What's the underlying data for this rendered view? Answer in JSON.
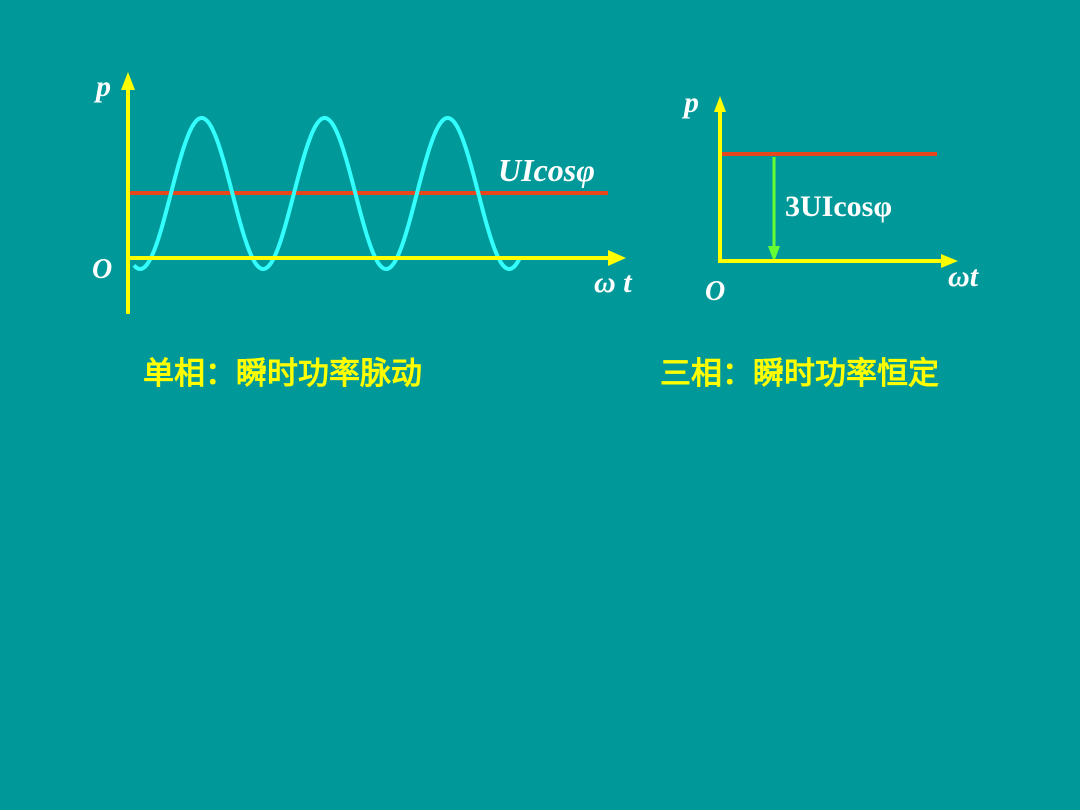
{
  "colors": {
    "background": "#009898",
    "axis": "#FFFF00",
    "wave": "#33FFFF",
    "average_line": "#E8461C",
    "marker_arrow": "#66FF33",
    "label": "#FFFFFF",
    "caption": "#FFFF00"
  },
  "left_panel": {
    "y_axis_label": "p",
    "origin_label": "O",
    "x_axis_label": "ω t",
    "average_label": "UIcosφ",
    "caption": "单相：瞬时功率脉动"
  },
  "right_panel": {
    "y_axis_label": "p",
    "origin_label": "O",
    "x_axis_label": "ωt",
    "constant_label": "3UIcosφ",
    "caption": "三相：瞬时功率恒定"
  }
}
